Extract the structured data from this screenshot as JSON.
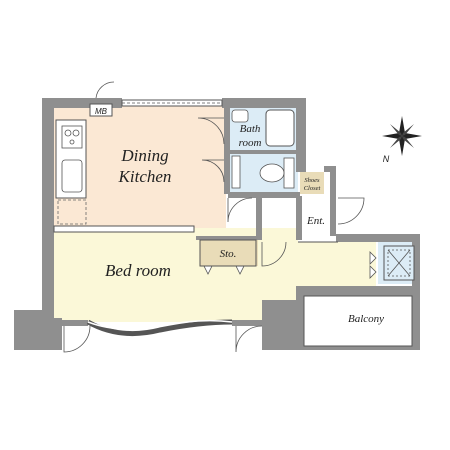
{
  "plan": {
    "rooms": {
      "dining_line1": "Dining",
      "dining_line2": "Kitchen",
      "bath_line1": "Bath",
      "bath_line2": "room",
      "shoes_line1": "Shoes",
      "shoes_line2": "Closet",
      "entrance": "Ent.",
      "storage": "Sto.",
      "bedroom": "Bed room",
      "balcony": "Balcony",
      "meter_box": "MB"
    },
    "north_label": "N",
    "colors": {
      "wall": "#8f8f8f",
      "dining_floor": "#fbe8d4",
      "bedroom_floor": "#fbf8d8",
      "wet_floor": "#dcecf6",
      "storage_floor": "#e9dcb8",
      "shoes_floor": "#e9dcb8"
    }
  }
}
